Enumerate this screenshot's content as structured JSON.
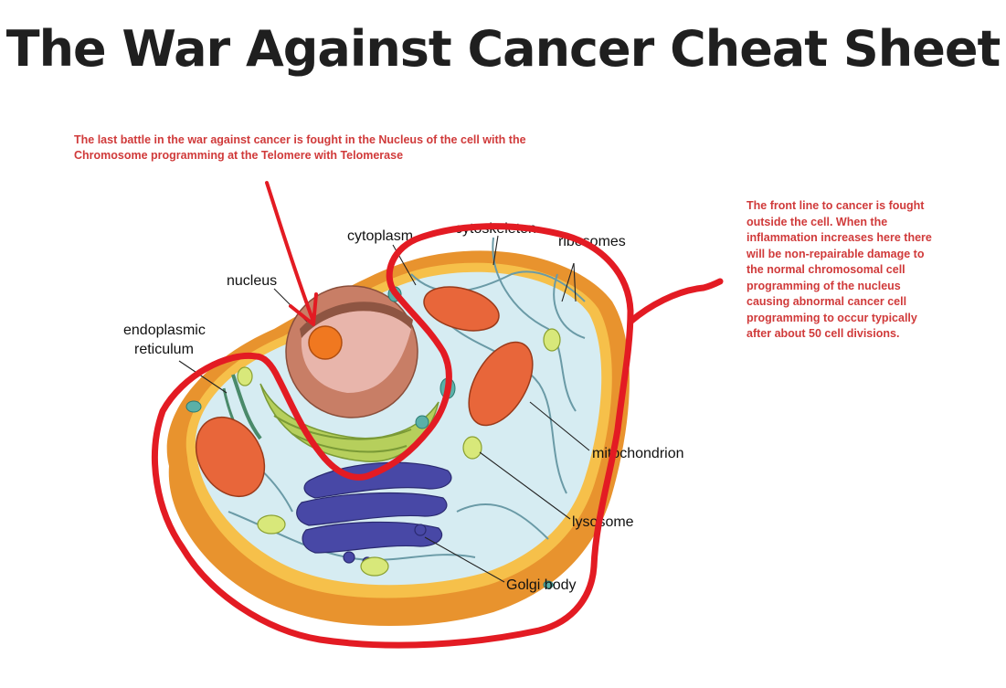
{
  "title": "The War Against Cancer Cheat Sheet",
  "notes": {
    "nucleus_note": "The last battle in the war against cancer is fought in the Nucleus of the cell with the Chromosome programming at the Telomere with Telomerase",
    "outside_note": "The front line to cancer is fought outside the cell. When the inflammation increases here there will be non-repairable damage to the normal chromosomal cell programming of the nucleus causing abnormal cancer cell programming to occur typically after about 50 cell divisions."
  },
  "labels": {
    "cytoplasm": "cytoplasm",
    "cytoskeleton": "cytoskeleton",
    "ribosomes": "ribosomes",
    "nucleus": "nucleus",
    "endoplasmic_line1": "endoplasmic",
    "endoplasmic_line2": "reticulum",
    "mitochondrion": "mitochondrion",
    "lysosome": "lysosome",
    "golgi": "Golgi body"
  },
  "colors": {
    "annotation": "#e31b23",
    "note_text": "#d03a3a",
    "membrane": "#f0a040",
    "cytoplasm": "#d8ecf0",
    "nucleus": "#c8806a",
    "nucleolus": "#f07a20",
    "golgi": "#4a4aa8",
    "er": "#a8c85a",
    "mitochondria": "#e86a3a"
  }
}
